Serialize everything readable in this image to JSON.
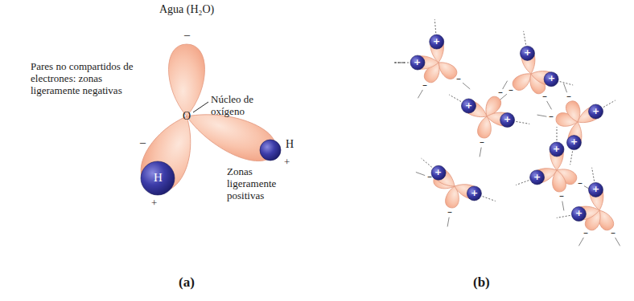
{
  "diagram": {
    "labels": [
      "Agua (H₂O)",
      "–",
      "Pares no compartidos de electrones: zonas ligeramente negativas",
      "Núcleo de oxígeno",
      "O",
      "–",
      "H",
      "+",
      "H",
      "+",
      "Zonas ligeramente positivas",
      "(a)",
      "(b)",
      "+",
      "+",
      "–",
      "–",
      "+",
      "+",
      "–",
      "–",
      "+",
      "+",
      "–",
      "–",
      "+",
      "+",
      "–",
      "–",
      "+",
      "+",
      "–",
      "–",
      "+",
      "+",
      "–",
      "–",
      "+",
      "+",
      "–",
      "–"
    ]
  }
}
